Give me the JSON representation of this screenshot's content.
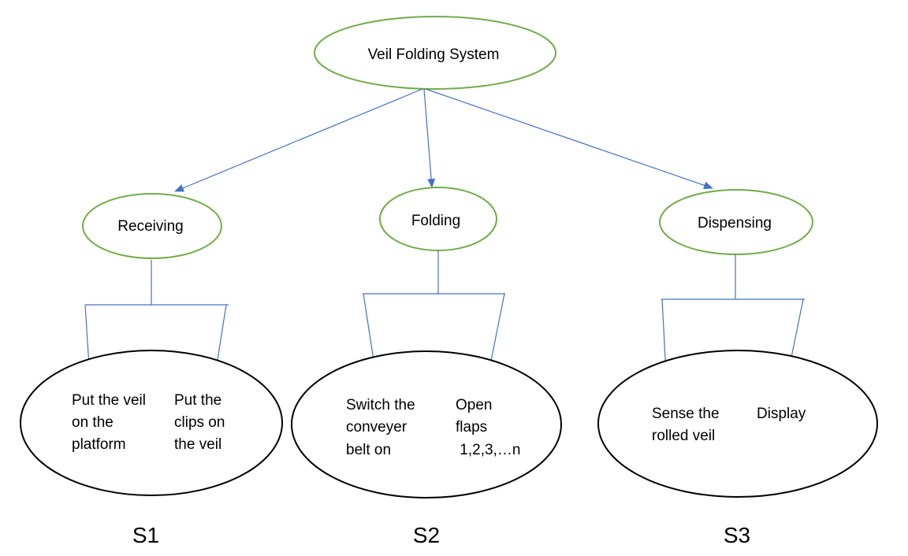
{
  "colors": {
    "green_outline": "#70ad47",
    "connector": "#4472c4",
    "black_outline": "#000000",
    "text": "#000000"
  },
  "root": {
    "label": "Veil Folding System"
  },
  "stages": [
    {
      "label": "Receiving",
      "step": "S1",
      "tasks": [
        {
          "lines": [
            "Put the veil",
            "on the",
            "platform"
          ]
        },
        {
          "lines": [
            "Put the",
            "clips on",
            "the veil"
          ]
        }
      ]
    },
    {
      "label": "Folding",
      "step": "S2",
      "tasks": [
        {
          "lines": [
            "Switch the",
            "conveyer",
            "belt on"
          ]
        },
        {
          "lines": [
            "Open",
            "flaps",
            " 1,2,3,…n"
          ]
        }
      ]
    },
    {
      "label": "Dispensing",
      "step": "S3",
      "tasks": [
        {
          "lines": [
            "Sense the",
            "rolled veil"
          ]
        },
        {
          "lines": [
            "Display"
          ]
        }
      ]
    }
  ]
}
